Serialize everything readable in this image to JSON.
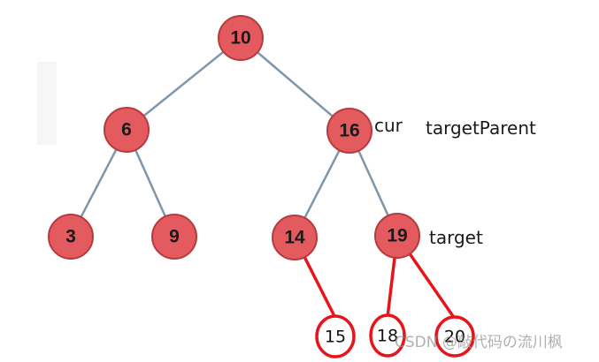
{
  "tree": {
    "nodes": [
      {
        "id": "n10",
        "label": "10",
        "kind": "tree"
      },
      {
        "id": "n6",
        "label": "6",
        "kind": "tree"
      },
      {
        "id": "n16",
        "label": "16",
        "kind": "tree"
      },
      {
        "id": "n3",
        "label": "3",
        "kind": "tree"
      },
      {
        "id": "n9",
        "label": "9",
        "kind": "tree"
      },
      {
        "id": "n14",
        "label": "14",
        "kind": "tree"
      },
      {
        "id": "n19",
        "label": "19",
        "kind": "tree"
      },
      {
        "id": "n15",
        "label": "15",
        "kind": "hand"
      },
      {
        "id": "n18",
        "label": "18",
        "kind": "hand"
      },
      {
        "id": "n20",
        "label": "20",
        "kind": "hand"
      }
    ],
    "edges": [
      {
        "from": "n10",
        "to": "n6",
        "kind": "tree"
      },
      {
        "from": "n10",
        "to": "n16",
        "kind": "tree"
      },
      {
        "from": "n6",
        "to": "n3",
        "kind": "tree"
      },
      {
        "from": "n6",
        "to": "n9",
        "kind": "tree"
      },
      {
        "from": "n16",
        "to": "n14",
        "kind": "tree"
      },
      {
        "from": "n16",
        "to": "n19",
        "kind": "tree"
      },
      {
        "from": "n14",
        "to": "n15",
        "kind": "hand"
      },
      {
        "from": "n19",
        "to": "n18",
        "kind": "hand"
      },
      {
        "from": "n19",
        "to": "n20",
        "kind": "hand"
      }
    ]
  },
  "annotations": {
    "cur": "cur",
    "target_parent": "targetParent",
    "target": "target"
  },
  "watermark": "CSDN @敲代码の流川枫",
  "colors": {
    "node_fill": "#e45b5f",
    "node_stroke": "#b53a3e",
    "tree_edge": "#7f95aa",
    "hand_ink": "#e8141b"
  }
}
